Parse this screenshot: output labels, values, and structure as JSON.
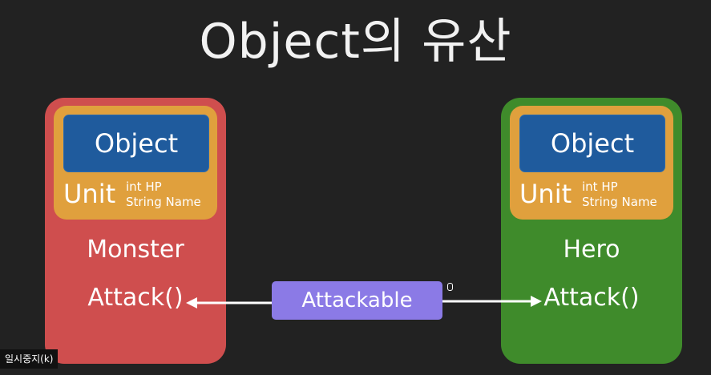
{
  "title": "Object의 유산",
  "left_panel": {
    "color": "#cf4e4e",
    "object_label": "Object",
    "unit_label": "Unit",
    "unit_fields": [
      "int HP",
      "String Name"
    ],
    "class_name": "Monster",
    "method": "Attack()"
  },
  "right_panel": {
    "color": "#3f8b2b",
    "object_label": "Object",
    "unit_label": "Unit",
    "unit_fields": [
      "int HP",
      "String Name"
    ],
    "class_name": "Hero",
    "method": "Attack()"
  },
  "interface_label": "Attackable",
  "pause_badge": "일시중지(k)"
}
